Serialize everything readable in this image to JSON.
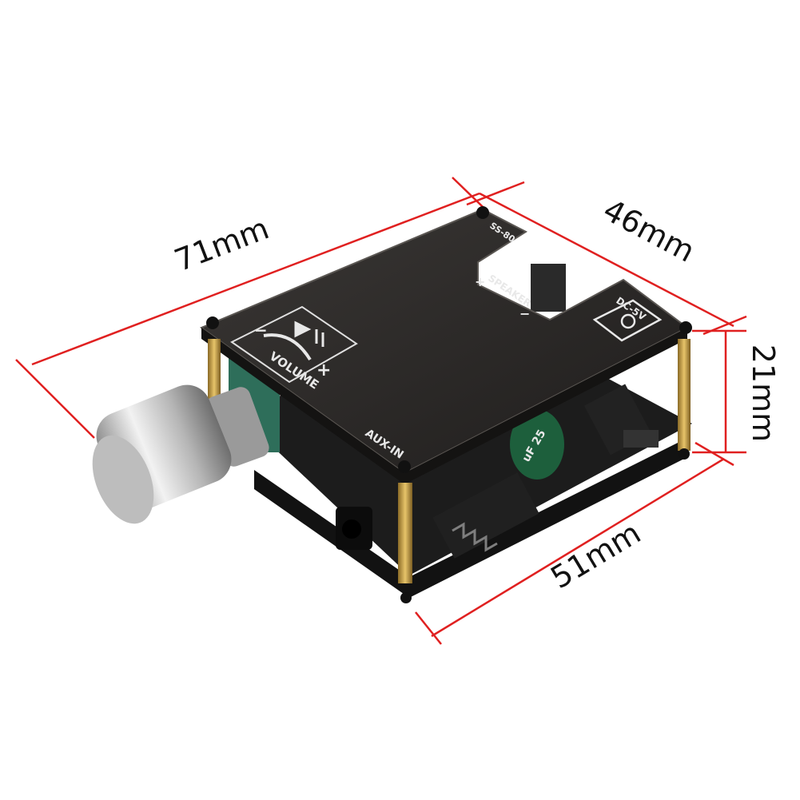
{
  "dimensions": {
    "length": "71mm",
    "width": "46mm",
    "height": "21mm",
    "depth": "51mm"
  },
  "silkscreen": {
    "volume": "VOLUME",
    "minus": "−",
    "plus": "+",
    "aux_in": "AUX-IN",
    "speaker": "SPEAKER",
    "speaker_plus": "+",
    "speaker_minus": "−",
    "capacitor_label": "uF 25",
    "dc_in": "DC-5V",
    "top_edge": "SS-80"
  },
  "colors": {
    "dimension_line": "#e02020",
    "top_plate": "#2a2827",
    "pcb": "#161616",
    "standoff": "#c9a24a",
    "knob": "#c7c7c7"
  },
  "icons": {
    "knob": "volume-knob",
    "bluetooth": "bluetooth-antenna",
    "play_pause": "play-pause-icon",
    "dc_power": "dc-power-icon"
  }
}
